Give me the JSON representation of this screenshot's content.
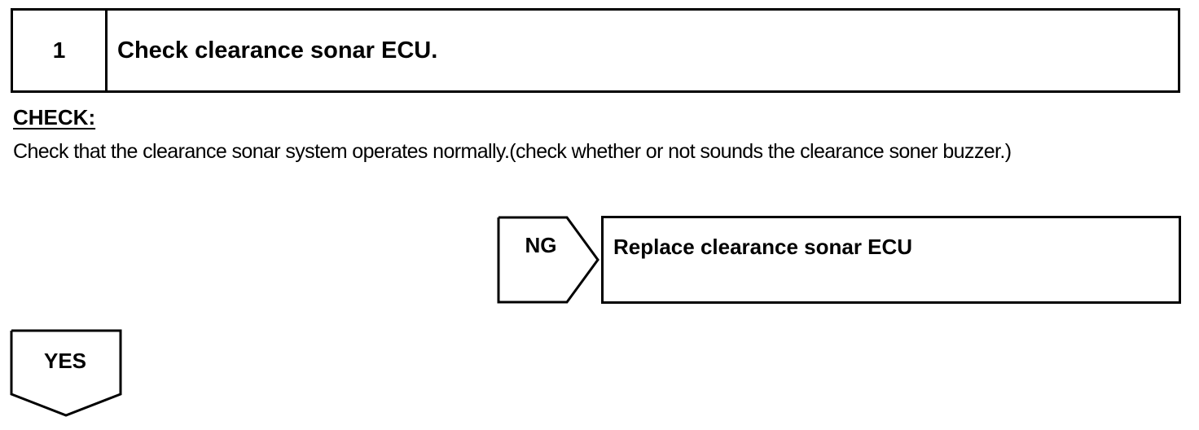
{
  "step": {
    "number": "1",
    "title": "Check clearance sonar ECU."
  },
  "check": {
    "label": "CHECK:",
    "text": "Check that the clearance sonar system operates normally.(check whether or not sounds the clearance soner buzzer.)"
  },
  "ng": {
    "label": "NG",
    "result": "Replace clearance sonar ECU"
  },
  "yes": {
    "label": "YES"
  }
}
